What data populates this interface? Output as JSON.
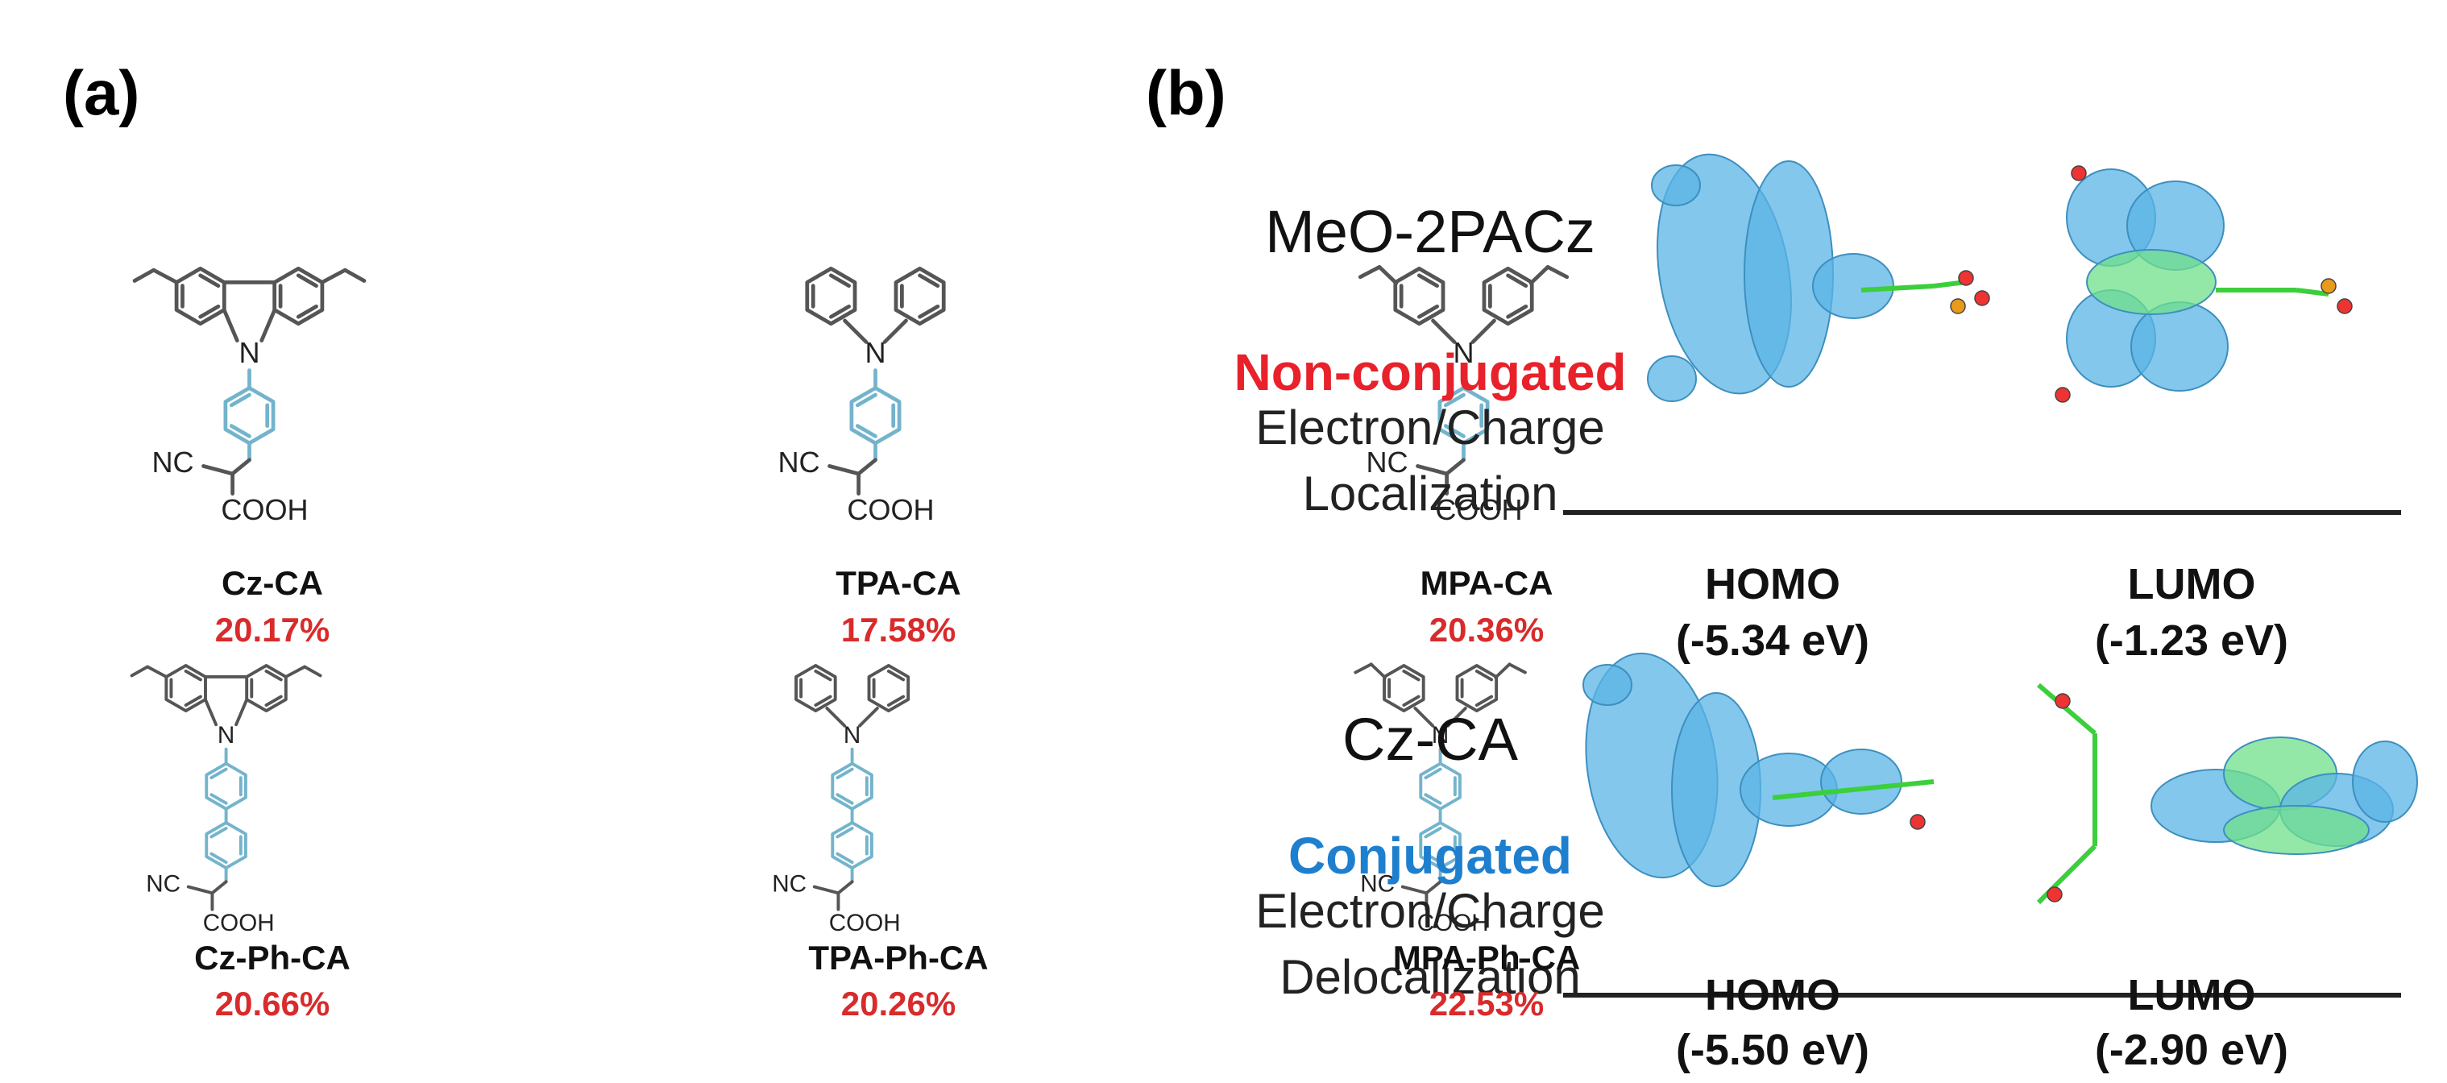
{
  "panels": {
    "a": "(a)",
    "b": "(b)"
  },
  "molecules": [
    {
      "name": "Cz-CA",
      "efficiency": "20.17%",
      "core": "carbazole",
      "extended": false
    },
    {
      "name": "TPA-CA",
      "efficiency": "17.58%",
      "core": "tpa",
      "extended": false
    },
    {
      "name": "MPA-CA",
      "efficiency": "20.36%",
      "core": "mpa",
      "extended": false
    },
    {
      "name": "Cz-Ph-CA",
      "efficiency": "20.66%",
      "core": "carbazole",
      "extended": true
    },
    {
      "name": "TPA-Ph-CA",
      "efficiency": "20.26%",
      "core": "tpa",
      "extended": true
    },
    {
      "name": "MPA-Ph-CA",
      "efficiency": "22.53%",
      "core": "mpa",
      "extended": true
    }
  ],
  "atom_labels": {
    "n": "N",
    "nc": "NC",
    "cooh": "COOH"
  },
  "comparison": [
    {
      "name": "MeO-2PACz",
      "tag": "Non-conjugated",
      "tag_color": "#e8212a",
      "desc_line1": "Electron/Charge",
      "desc_line2": "Localization",
      "homo_label": "HOMO",
      "homo_value": "(-5.34 eV)",
      "lumo_label": "LUMO",
      "lumo_value": "(-1.23 eV)"
    },
    {
      "name": "Cz-CA",
      "tag": "Conjugated",
      "tag_color": "#1f7fcf",
      "desc_line1": "Electron/Charge",
      "desc_line2": "Delocalization",
      "homo_label": "HOMO",
      "homo_value": "(-5.50 eV)",
      "lumo_label": "LUMO",
      "lumo_value": "(-2.90 eV)"
    }
  ],
  "colors": {
    "chain": "#73b4cc",
    "efficiency": "#d92b2b",
    "orbital": "#5ab4e6",
    "orbital_lobe2": "#6fe08a"
  }
}
